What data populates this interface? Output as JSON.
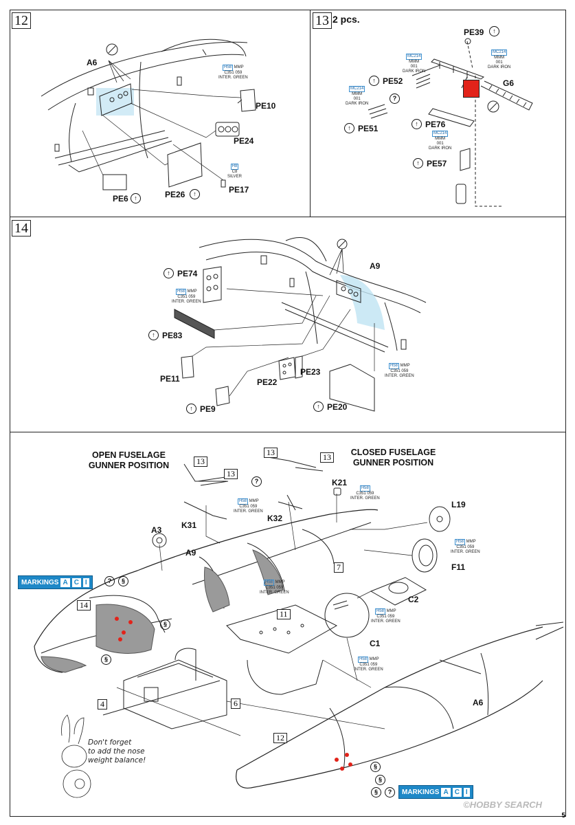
{
  "step12": {
    "num": "12",
    "parts": {
      "a6": "A6",
      "pe10": "PE10",
      "pe24": "PE24",
      "pe6": "PE6",
      "pe26": "PE26",
      "pe17": "PE17"
    },
    "paint1": {
      "code": "H58",
      "brand": "MMP",
      "c": "C351",
      "n": "059",
      "name": "INTER. GREEN"
    },
    "paint2": {
      "code": "H8",
      "c": "C8",
      "name": "SILVER"
    }
  },
  "step13": {
    "num": "13",
    "qty": "2 pcs.",
    "parts": {
      "pe39": "PE39",
      "g6": "G6",
      "pe52": "PE52",
      "pe51": "PE51",
      "pe76": "PE76",
      "pe57": "PE57"
    },
    "paint": {
      "code": "MC214",
      "brand": "MMM",
      "n": "001",
      "name": "DARK IRON"
    }
  },
  "step14": {
    "num": "14",
    "parts": {
      "a9": "A9",
      "pe74": "PE74",
      "pe83": "PE83",
      "pe11": "PE11",
      "pe22": "PE22",
      "pe23": "PE23",
      "pe9": "PE9",
      "pe20": "PE20"
    },
    "paint": {
      "code": "H58",
      "brand": "MMP",
      "c": "C351",
      "n": "059",
      "name": "INTER. GREEN"
    }
  },
  "main": {
    "open_title_1": "OPEN FUSELAGE",
    "open_title_2": "GUNNER POSITION",
    "closed_title_1": "CLOSED FUSELAGE",
    "closed_title_2": "GUNNER POSITION",
    "refs": {
      "r13a": "13",
      "r13b": "13",
      "r13c": "13",
      "r13d": "13",
      "r7": "7",
      "r11": "11",
      "r14": "14",
      "r4": "4",
      "r6": "6",
      "r12": "12"
    },
    "parts": {
      "k31": "K31",
      "k32": "K32",
      "k21": "K21",
      "l19": "L19",
      "f11": "F11",
      "a3": "A3",
      "a9": "A9",
      "c2": "C2",
      "c1": "C1",
      "a6": "A6"
    },
    "paint": {
      "code": "H58",
      "brand": "MMP",
      "c": "C351",
      "n": "059",
      "name": "INTER. GREEN"
    },
    "markings_label": "MARKINGS",
    "markings_a": "A",
    "markings_c": "C",
    "markings_i": "I",
    "note_1": "Don't forget",
    "note_2": "to add the nose",
    "note_3": "weight balance!"
  },
  "footer": {
    "page": "5",
    "watermark": "©HOBBY SEARCH"
  },
  "colors": {
    "cockpit_highlight": "#bfe3f2",
    "pe_red": "#e2231a",
    "markings_blue": "#1e88c7",
    "interior_gray": "#9a9a9a"
  }
}
